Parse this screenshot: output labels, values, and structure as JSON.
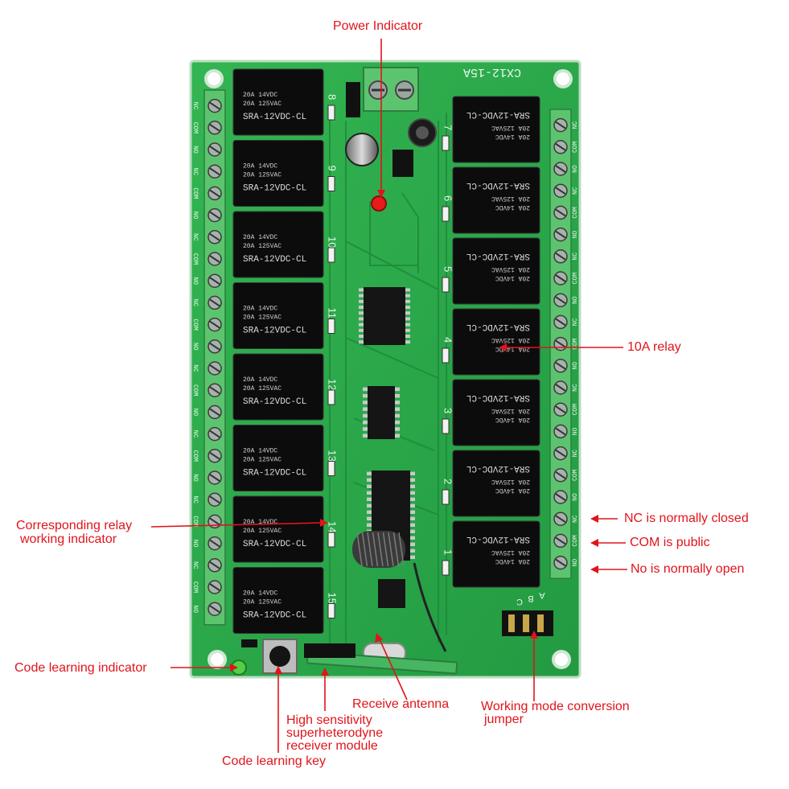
{
  "board": {
    "model": "CX12-15A",
    "left_relay_channels": [
      "8",
      "9",
      "10",
      "11",
      "12",
      "13",
      "14",
      "15"
    ],
    "right_relay_channels": [
      "7",
      "6",
      "5",
      "4",
      "3",
      "2",
      "1"
    ],
    "relay_label_lines": [
      "20A 14VDC",
      "20A 125VAC",
      "SRA-12VDC-CL"
    ],
    "terminal_labels": [
      "NC",
      "COM",
      "NO"
    ],
    "jumper_labels": [
      "C",
      "B",
      "A"
    ]
  },
  "callouts": {
    "power_indicator": "Power Indicator",
    "relay_10a": "10A relay",
    "nc": "NC is normally closed",
    "com": "COM is public",
    "no": "No is normally open",
    "relay_indicator": [
      "Corresponding relay",
      "working indicator"
    ],
    "code_learning_indicator": "Code learning indicator",
    "receive_antenna": "Receive antenna",
    "receiver_module": [
      "High sensitivity",
      "superheterodyne",
      "receiver module"
    ],
    "mode_jumper": [
      "Working mode conversion",
      "jumper"
    ],
    "code_learning_key": "Code learning key"
  },
  "colors": {
    "pcb": "#2aa84a",
    "pcb_dark": "#1f8a3a",
    "pcb_edge": "#bfe3c5",
    "relay": "#0c0c0c",
    "terminal": "#5cc46f",
    "callout": "#e0141b"
  }
}
